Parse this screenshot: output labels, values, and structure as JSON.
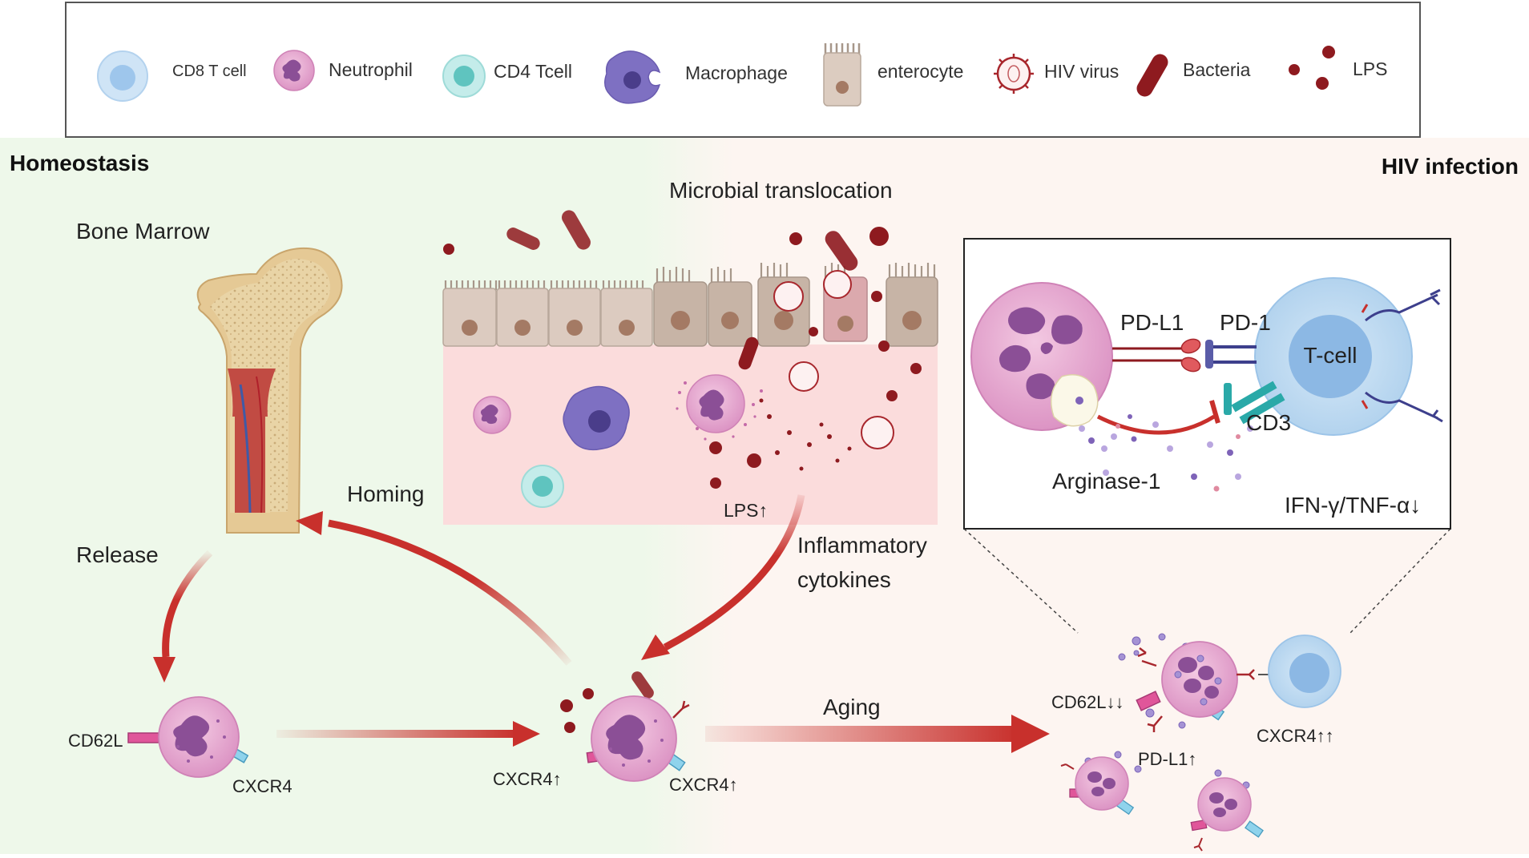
{
  "legend": {
    "cd8": "CD8 T cell",
    "neutrophil": "Neutrophil",
    "cd4": "CD4 Tcell",
    "macrophage": "Macrophage",
    "enterocyte": "enterocyte",
    "hiv": "HIV virus",
    "bacteria": "Bacteria",
    "lps": "LPS"
  },
  "sections": {
    "homeostasis": "Homeostasis",
    "hiv_infection": "HIV infection",
    "bone_marrow": "Bone Marrow",
    "microbial_translocation": "Microbial translocation"
  },
  "labels": {
    "release": "Release",
    "homing": "Homing",
    "lps_up": "LPS↑",
    "inflammatory": "Inflammatory",
    "cytokines": "cytokines",
    "aging": "Aging",
    "cd62l": "CD62L",
    "cxcr4": "CXCR4",
    "cxcr4_up_left": "CXCR4↑",
    "cxcr4_up_right": "CXCR4↑",
    "cd62l_down": "CD62L↓↓",
    "cxcr4_upup": "CXCR4↑↑",
    "pdl1_up": "PD-L1↑"
  },
  "inset": {
    "pdl1": "PD-L1",
    "pd1": "PD-1",
    "tcell": "T-cell",
    "cd3": "CD3",
    "arginase": "Arginase-1",
    "ifn": "IFN-γ/TNF-α↓"
  },
  "colors": {
    "homeostasis_bg": "#eef8ea",
    "hiv_bg": "#fdf5f1",
    "gut_bg": "#fbdcdc",
    "arrow": "#c8302c",
    "neutrophil": "#e7a6cf",
    "nucleus": "#8b4f96",
    "lps": "#8e1a1f",
    "tcell": "#b8d8f0",
    "cd4": "#8fd6d4",
    "macrophage": "#7e70c2"
  }
}
